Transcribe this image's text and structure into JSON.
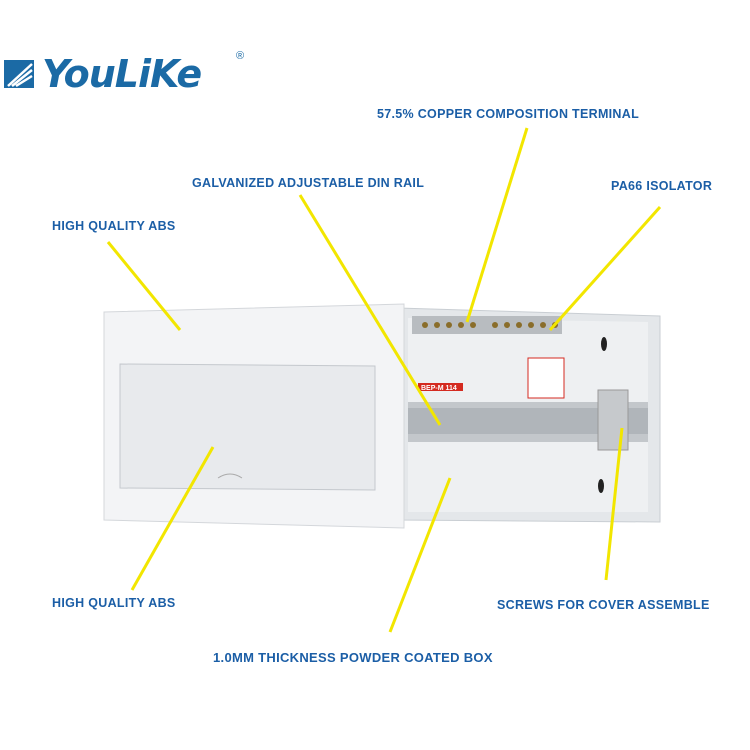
{
  "brand": {
    "name": "YouLiKe",
    "registered": "®"
  },
  "labels": {
    "copper": "57.5% COPPER COMPOSITION TERMINAL",
    "din_rail": "GALVANIZED ADJUSTABLE DIN RAIL",
    "isolator": "PA66 ISOLATOR",
    "abs_top": "HIGH QUALITY ABS",
    "abs_bottom": "HIGH QUALITY ABS",
    "screws": "SCREWS FOR COVER ASSEMBLE",
    "box": "1.0MM THICKNESS POWDER COATED BOX"
  },
  "product_label": {
    "model": "BEP-M 114"
  },
  "colors": {
    "text": "#1b5ea6",
    "pointer": "#f2e600"
  }
}
